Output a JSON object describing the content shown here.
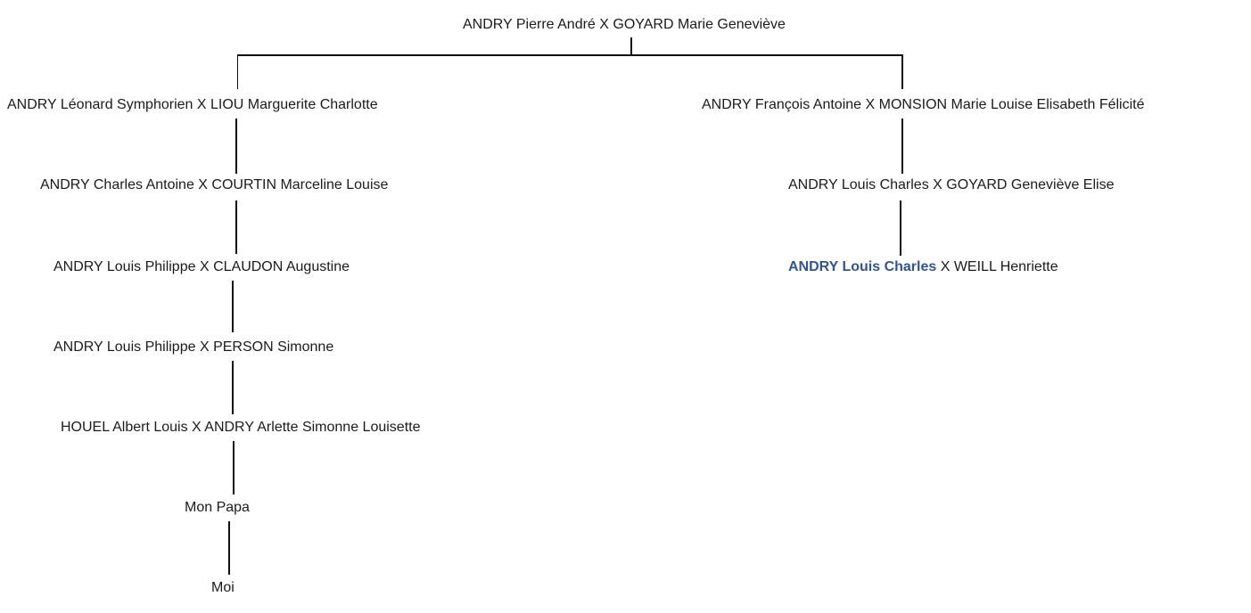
{
  "diagram": {
    "type": "family-tree",
    "background": "#ffffff",
    "colors": {
      "text": "#1b1b1b",
      "line": "#111111",
      "highlight_blue": "#2F5597"
    },
    "root": {
      "label": "ANDRY Pierre André X GOYARD Marie Geneviève"
    },
    "left_lineage": [
      {
        "label": "ANDRY Léonard Symphorien X LIOU Marguerite Charlotte"
      },
      {
        "label": "ANDRY Charles Antoine X COURTIN Marceline Louise"
      },
      {
        "label": "ANDRY Louis Philippe X CLAUDON Augustine"
      },
      {
        "label": "ANDRY Louis Philippe X PERSON Simonne"
      },
      {
        "label": "HOUEL Albert Louis X ANDRY Arlette Simonne Louisette"
      },
      {
        "label": "Mon Papa"
      },
      {
        "label": "Moi"
      }
    ],
    "right_lineage": [
      {
        "label": "ANDRY François Antoine X MONSION Marie Louise Elisabeth Félicité"
      },
      {
        "label": "ANDRY Louis Charles X GOYARD Geneviève Elise"
      },
      {
        "label_highlight": "ANDRY Louis Charles",
        "label_rest": " X WEILL Henriette"
      }
    ]
  }
}
